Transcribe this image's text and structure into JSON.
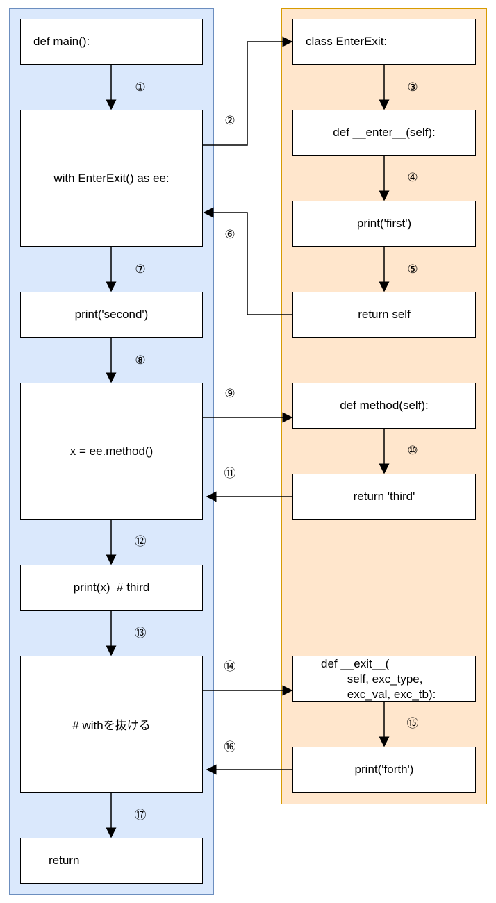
{
  "left_lane": {
    "boxes": {
      "main_def": "def main():",
      "with_stmt": "with EnterExit() as ee:",
      "print_second": "print('second')",
      "method_call": "x = ee.method()",
      "print_x": "print(x)  # third",
      "exit_with": "# withを抜ける",
      "return_stmt": "return"
    }
  },
  "right_lane": {
    "boxes": {
      "class_def": "class EnterExit:",
      "enter_def": "def __enter__(self):",
      "print_first": "print('first')",
      "return_self": "return self",
      "method_def": "def method(self):",
      "return_third": "return 'third'",
      "exit_def": "def __exit__(\n        self, exc_type,\n        exc_val, exc_tb):",
      "print_forth": "print('forth')"
    }
  },
  "steps": [
    "①",
    "②",
    "③",
    "④",
    "⑤",
    "⑥",
    "⑦",
    "⑧",
    "⑨",
    "⑩",
    "⑪",
    "⑫",
    "⑬",
    "⑭",
    "⑮",
    "⑯",
    "⑰"
  ],
  "colors": {
    "left_lane_fill": "#dae8fc",
    "left_lane_stroke": "#6c8ebf",
    "right_lane_fill": "#ffe6cc",
    "right_lane_stroke": "#d79b00"
  }
}
